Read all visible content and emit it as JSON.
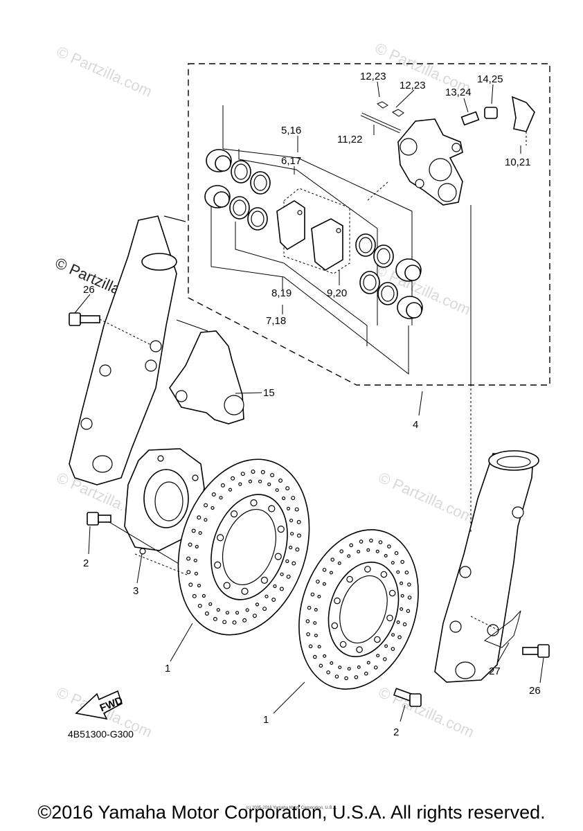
{
  "watermark": {
    "text": "© Partzilla.com"
  },
  "diagram_code": "4B51300-G300",
  "fwd_label": "FWD",
  "copyright": "©2016 Yamaha Motor Corporation, U.S.A. All rights reserved.",
  "small_copyright": "(c) 2005-2016 Yamaha Motor Corporation, U.S.A.",
  "callouts": {
    "c1a": "1",
    "c1b": "1",
    "c2a": "2",
    "c2b": "2",
    "c3": "3",
    "c4": "4",
    "c5_16": "5,16",
    "c6_17": "6,17",
    "c7_18": "7,18",
    "c8_19": "8,19",
    "c9_20": "9,20",
    "c10_21": "10,21",
    "c11_22": "11,22",
    "c12_23a": "12,23",
    "c12_23b": "12,23",
    "c13_24": "13,24",
    "c14_25": "14,25",
    "c15": "15",
    "c26a": "26",
    "c26b": "26",
    "c27": "27"
  }
}
